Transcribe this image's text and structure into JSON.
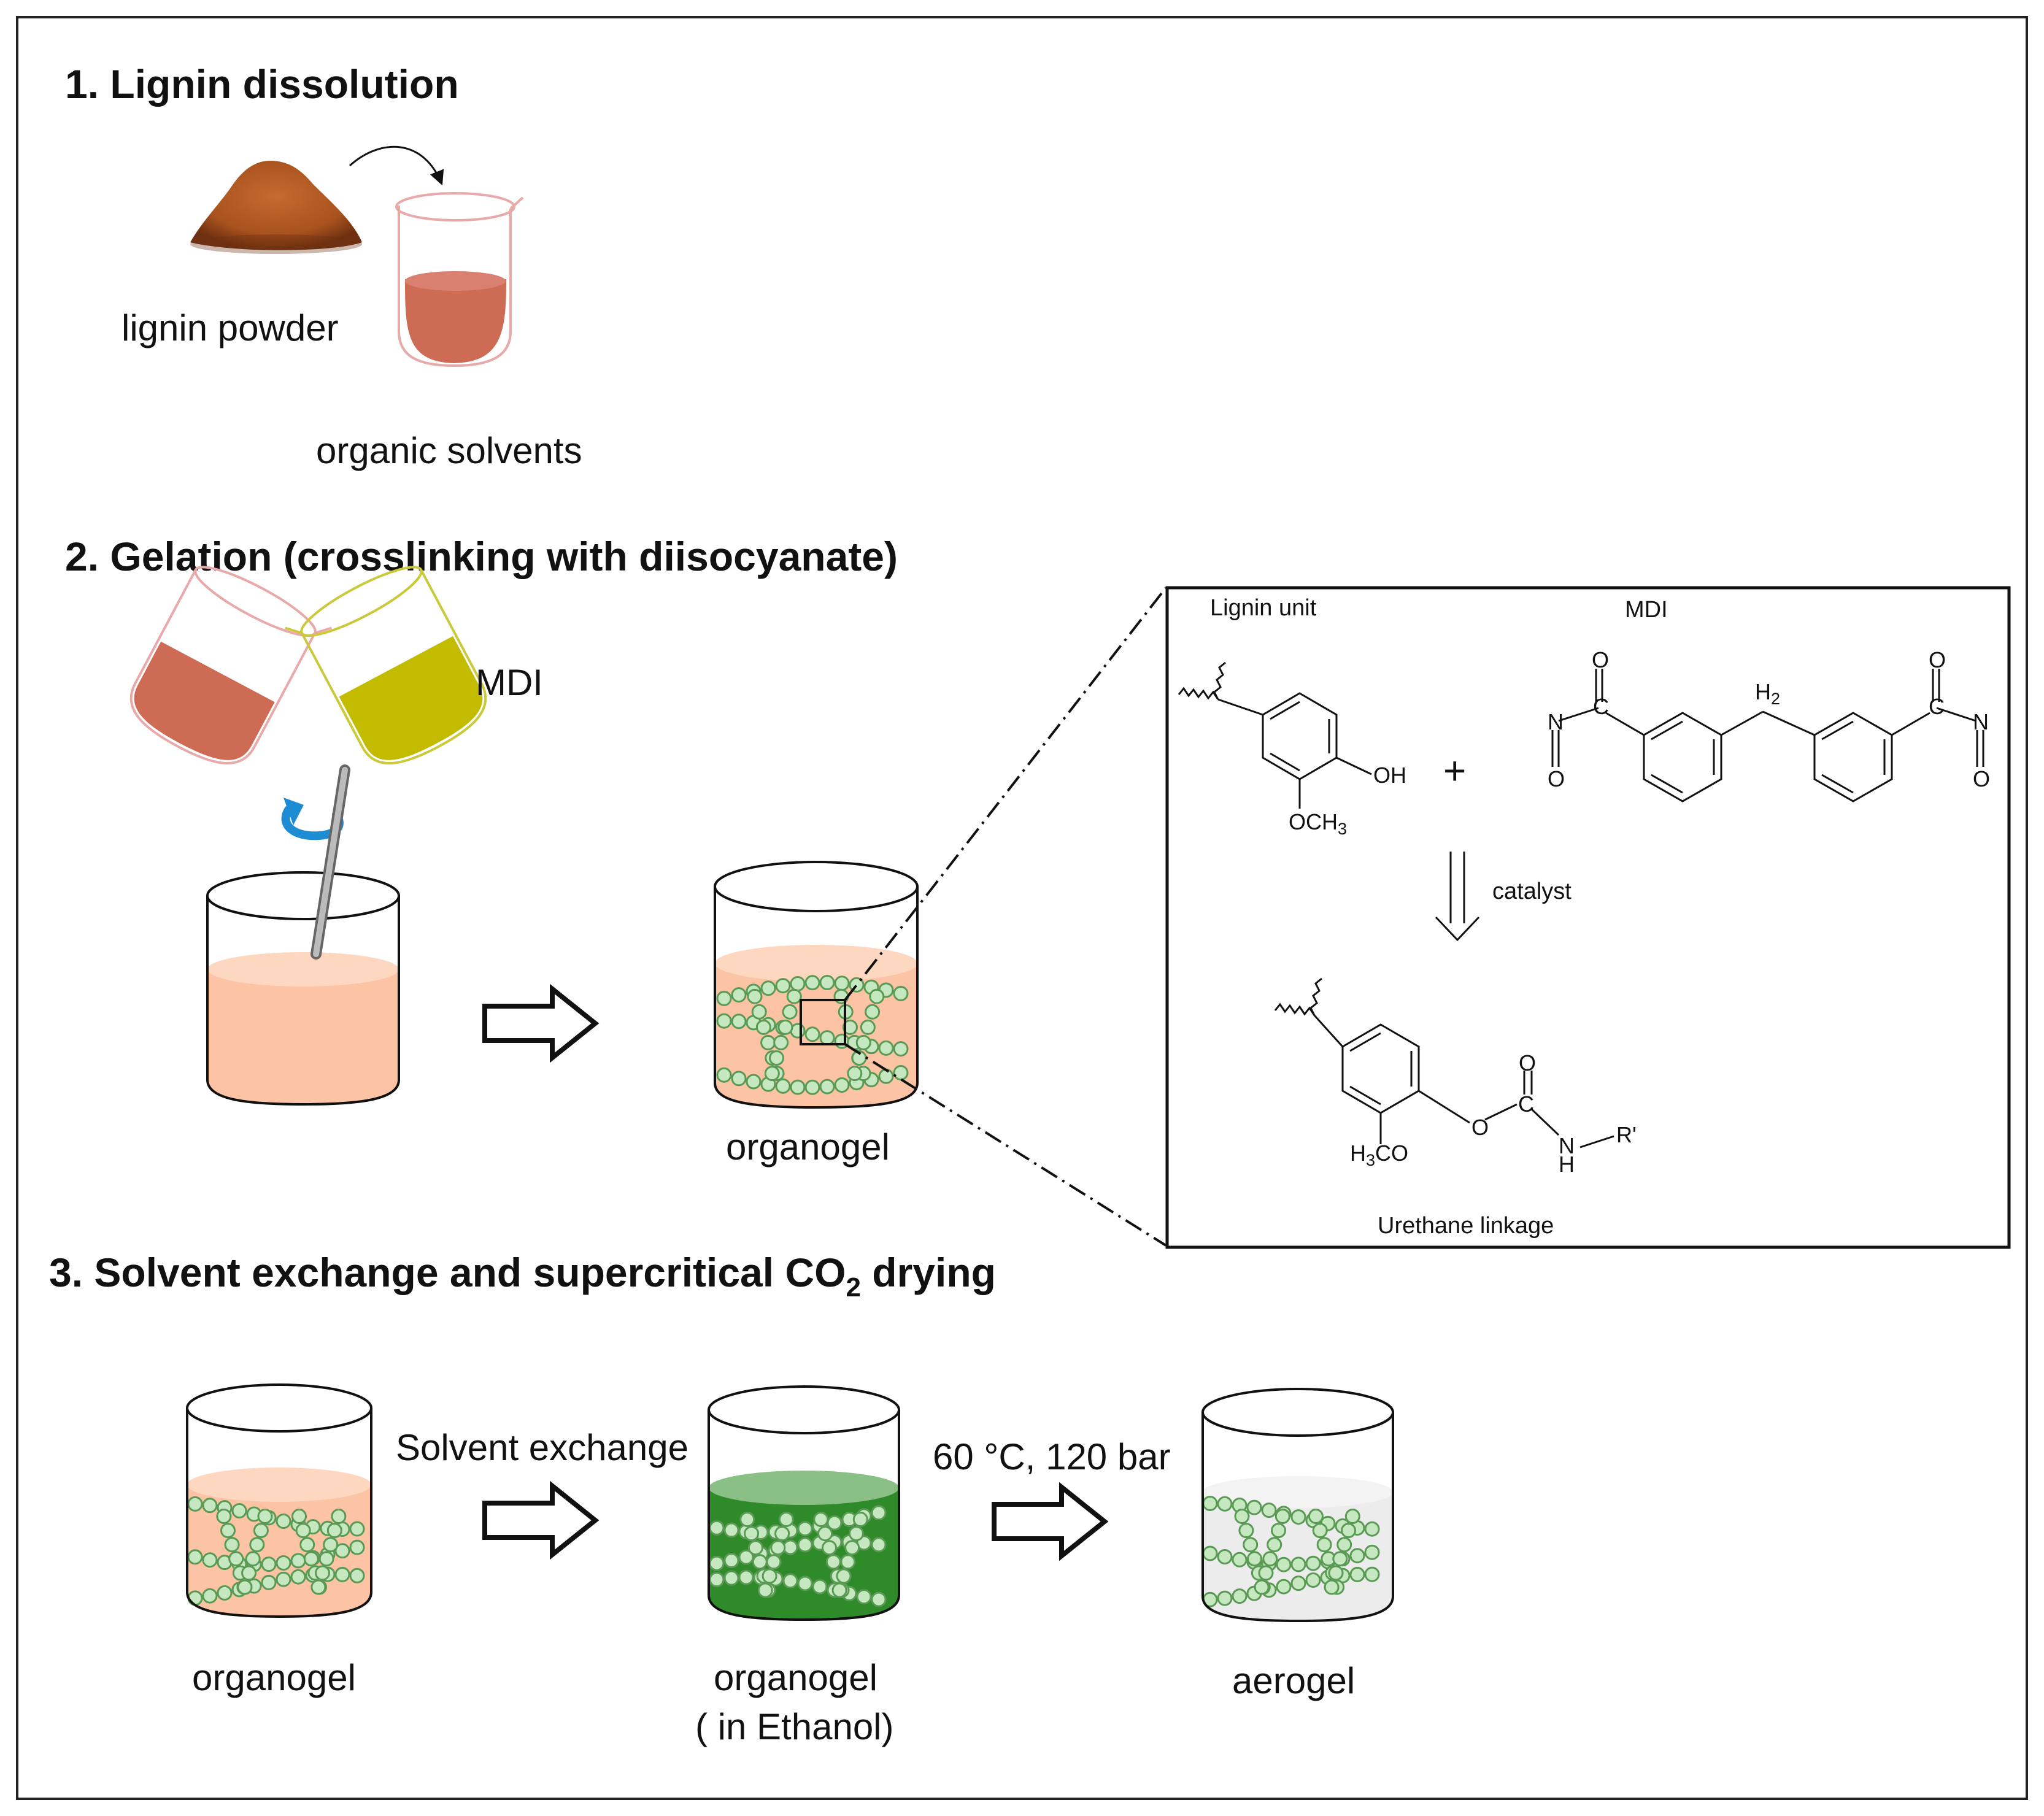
{
  "sections": {
    "s1": {
      "title": "1. Lignin dissolution"
    },
    "s2": {
      "title": "2. Gelation (crosslinking with diisocyanate)"
    },
    "s3": {
      "title_main": "3. Solvent exchange and supercritical CO",
      "title_sub": "2",
      "title_end": " drying"
    }
  },
  "labels": {
    "lignin_powder": "lignin powder",
    "organic_solvents": "organic solvents",
    "mdi": "MDI",
    "organogel_gelation": "organogel",
    "organogel_start": "organogel",
    "solvent_exchange": "Solvent exchange",
    "organogel_ethanol_1": "organogel",
    "organogel_ethanol_2": "( in Ethanol)",
    "drying_conditions": "60 °C, 120 bar",
    "aerogel": "aerogel"
  },
  "reaction": {
    "lignin_unit": "Lignin unit",
    "mdi": "MDI",
    "plus": "+",
    "catalyst": "catalyst",
    "urethane_linkage": "Urethane linkage",
    "oh": "OH",
    "och3": "OCH",
    "och3_sub": "3",
    "h3co": "H",
    "h3co_sub": "3",
    "h3co_end": "CO",
    "h2": "H",
    "h2_sub": "2",
    "atom_o": "O",
    "atom_c": "C",
    "atom_n": "N",
    "atom_h": "H",
    "r_prime": "R'"
  },
  "colors": {
    "lignin_solution": "#cd6b55",
    "mdi_liquid": "#c2bb00",
    "mixture": "#fcc4a4",
    "gel_bead": "#c5e8c0",
    "gel_bead_stroke": "#5a9a55",
    "ethanol": "#2f8a2a",
    "aerogel": "#ececec",
    "stir_arrow": "#1e8cd2",
    "powder": "#a8521e"
  }
}
